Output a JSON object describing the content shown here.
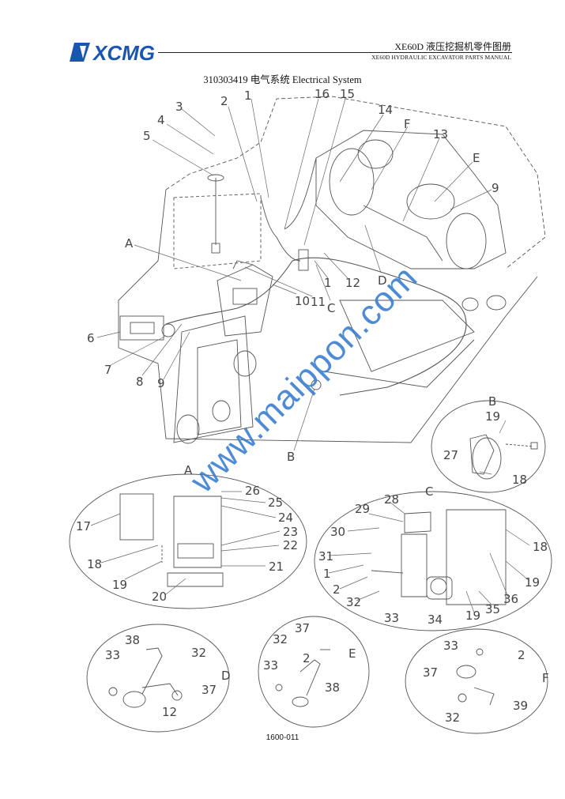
{
  "header": {
    "brand": "XCMG",
    "title": "XE60D  液压挖掘机零件图册",
    "subtitle": "XE60D HYDRAULIC EXCAVATOR PARTS MANUAL"
  },
  "page_title": "310303419 电气系统 Electrical System",
  "watermark": "www.maippon.com",
  "footer": {
    "page_number": "1600-011"
  },
  "callouts": {
    "main": [
      "3",
      "2",
      "1",
      "16",
      "15",
      "14",
      "F",
      "13",
      "4",
      "5",
      "E",
      "9",
      "A",
      "D",
      "12",
      "1",
      "11",
      "C",
      "10",
      "6",
      "7",
      "8",
      "9",
      "B"
    ],
    "detail_b": [
      "B",
      "19",
      "27",
      "18"
    ],
    "detail_a": [
      "A",
      "26",
      "25",
      "24",
      "23",
      "22",
      "21",
      "17",
      "18",
      "19",
      "20"
    ],
    "detail_c": [
      "C",
      "28",
      "29",
      "30",
      "31",
      "1",
      "2",
      "32",
      "33",
      "34",
      "19",
      "35",
      "36",
      "19",
      "18"
    ],
    "detail_d": [
      "38",
      "33",
      "32",
      "37",
      "12",
      "D"
    ],
    "detail_e": [
      "37",
      "32",
      "33",
      "2",
      "38",
      "E"
    ],
    "detail_f": [
      "33",
      "2",
      "37",
      "32",
      "39",
      "F"
    ]
  }
}
